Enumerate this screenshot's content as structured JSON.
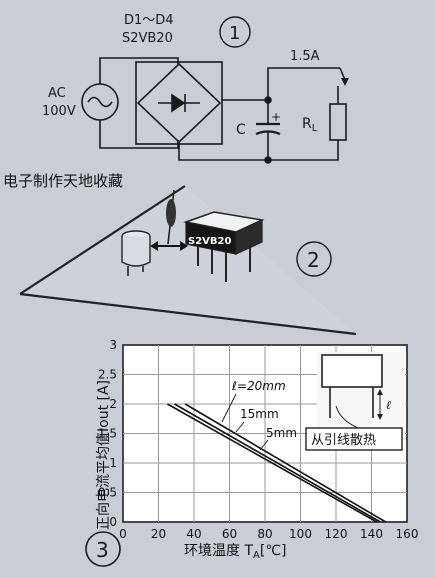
{
  "circuit": {
    "part_range": "D1～D4",
    "part_number": "S2VB20",
    "source_type": "AC",
    "source_voltage": "100V",
    "current": "1.5A",
    "capacitor": "C",
    "cap_polarity": "+",
    "load": "R",
    "load_sub": "L",
    "badge": "1"
  },
  "caption": "电子制作天地收藏",
  "package": {
    "label": "S2VB20",
    "badge": "2"
  },
  "graph": {
    "badge": "3",
    "inset_note": "从引线散热",
    "inset_dim": "ℓ",
    "chart_data": {
      "type": "line",
      "title": "",
      "xlabel": "环境温度 T",
      "xlabel_sub": "A",
      "xlabel_unit": "[℃]",
      "ylabel": "正向电流平均值Iout [A]",
      "xlim": [
        0,
        160
      ],
      "ylim": [
        0,
        3
      ],
      "x_ticks": [
        "0",
        "20",
        "40",
        "60",
        "80",
        "100",
        "120",
        "140",
        "160"
      ],
      "y_ticks": [
        "0",
        "0.5",
        "1",
        "1.5",
        "2",
        "2.5",
        "3"
      ],
      "grid": true,
      "series": [
        {
          "name": "ℓ=20mm",
          "x": [
            25,
            143
          ],
          "y": [
            2.0,
            0
          ]
        },
        {
          "name": "15mm",
          "x": [
            29,
            145
          ],
          "y": [
            2.0,
            0
          ]
        },
        {
          "name": "5mm",
          "x": [
            35,
            148
          ],
          "y": [
            2.0,
            0
          ]
        }
      ]
    }
  }
}
